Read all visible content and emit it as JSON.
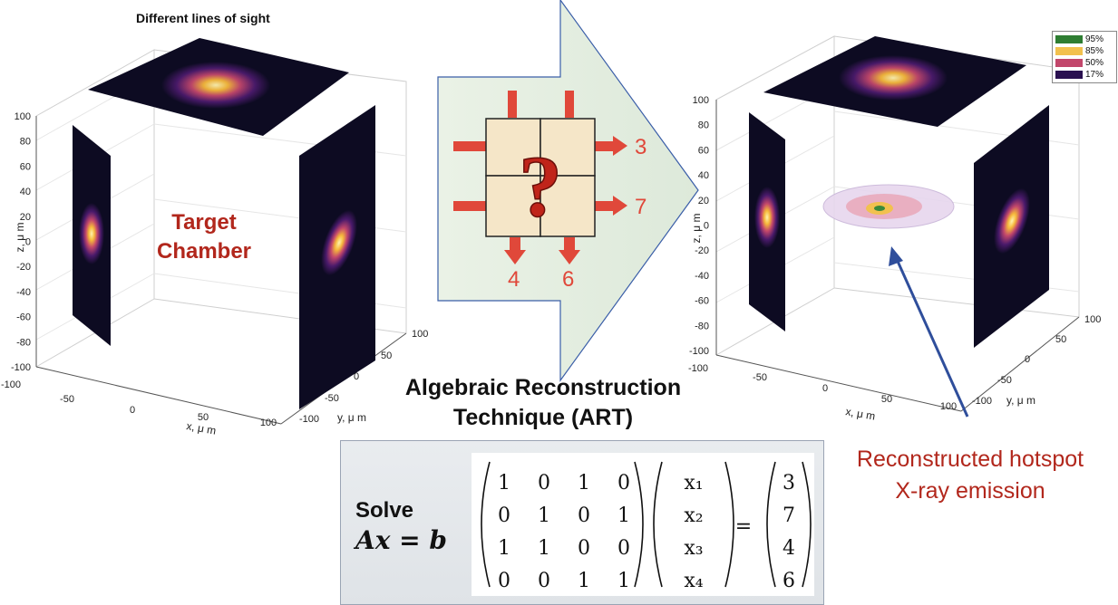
{
  "left_plot": {
    "title": "Different lines of sight",
    "label_line1": "Target",
    "label_line2": "Chamber",
    "z_ticks": [
      "100",
      "80",
      "60",
      "40",
      "20",
      "0",
      "-20",
      "-40",
      "-60",
      "-80",
      "-100"
    ],
    "x_ticks": [
      "-100",
      "-50",
      "0",
      "50",
      "100"
    ],
    "y_ticks": [
      "100",
      "50",
      "0",
      "-50",
      "-100"
    ],
    "z_label": "z, μ m",
    "x_label": "x, μ m",
    "y_label": "y, μ m"
  },
  "right_plot": {
    "z_ticks": [
      "100",
      "80",
      "60",
      "40",
      "20",
      "0",
      "-20",
      "-40",
      "-60",
      "-80",
      "-100"
    ],
    "x_ticks": [
      "-100",
      "-50",
      "0",
      "50",
      "100"
    ],
    "y_ticks": [
      "100",
      "50",
      "0",
      "-50",
      "-100"
    ],
    "z_label": "z, μ m",
    "x_label": "x, μ m",
    "y_label": "y, μ m",
    "legend": [
      {
        "label": "95%",
        "color": "#2e7d32"
      },
      {
        "label": "85%",
        "color": "#f2c14e"
      },
      {
        "label": "50%",
        "color": "#c2476b"
      },
      {
        "label": "17%",
        "color": "#2a1050"
      }
    ]
  },
  "grid_diagram": {
    "row_sums": [
      "3",
      "7"
    ],
    "col_sums": [
      "4",
      "6"
    ],
    "question_mark": "?"
  },
  "art": {
    "line1": "Algebraic Reconstruction",
    "line2": "Technique (ART)"
  },
  "hotspot": {
    "line1": "Reconstructed hotspot",
    "line2": "X-ray emission"
  },
  "solve": {
    "word": "Solve",
    "equation": "Ax = b",
    "matrix": [
      [
        "1",
        "0",
        "1",
        "0"
      ],
      [
        "0",
        "1",
        "0",
        "1"
      ],
      [
        "1",
        "1",
        "0",
        "0"
      ],
      [
        "0",
        "0",
        "1",
        "1"
      ]
    ],
    "vector_x": [
      "x₁",
      "x₂",
      "x₃",
      "x₄"
    ],
    "equals": "=",
    "vector_b": [
      "3",
      "7",
      "4",
      "6"
    ]
  },
  "colors": {
    "accent_red": "#b2271c",
    "arrow_red": "#e0483a",
    "cell_fill": "#f5e6c8",
    "chevron_fill": "#e5efe3"
  }
}
